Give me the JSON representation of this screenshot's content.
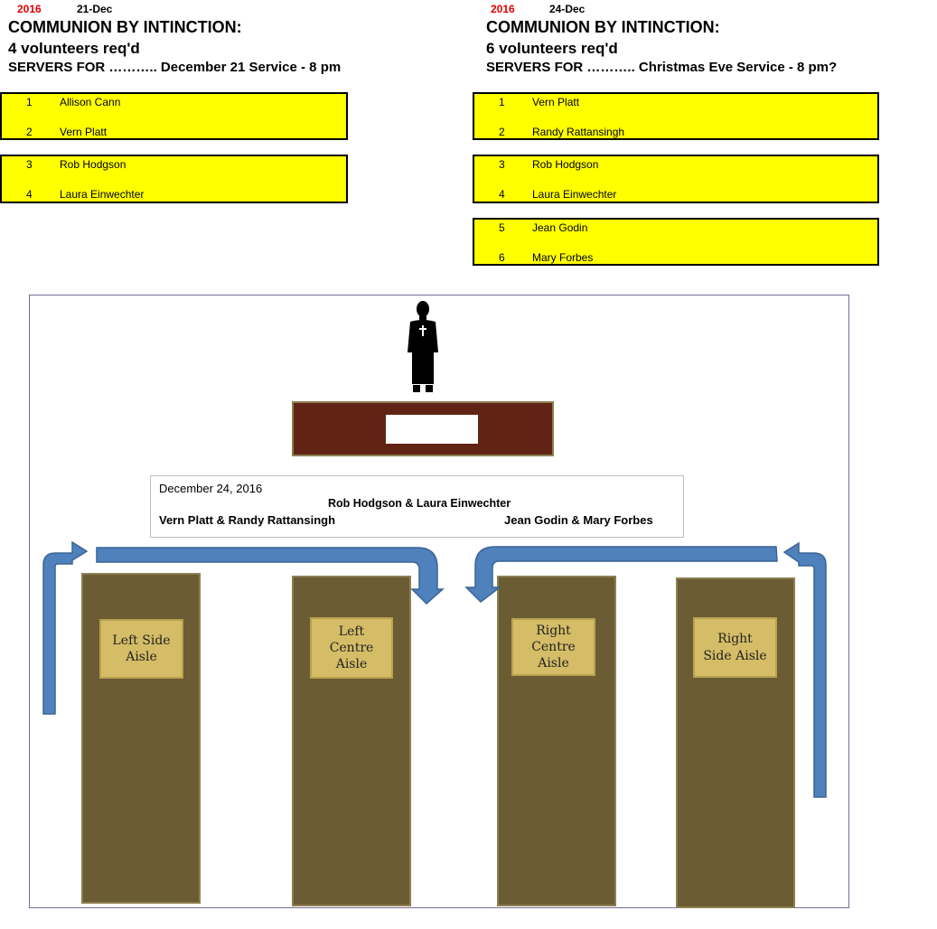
{
  "left_schedule": {
    "year": "2016",
    "date": "21-Dec",
    "title": "COMMUNION BY INTINCTION:",
    "volunteers": "4 volunteers req'd",
    "servers_for": "SERVERS FOR ………..  December 21 Service - 8 pm",
    "servers": [
      {
        "num": "1",
        "name": "Allison Cann"
      },
      {
        "num": "2",
        "name": "Vern Platt"
      },
      {
        "num": "3",
        "name": "Rob Hodgson"
      },
      {
        "num": "4",
        "name": "Laura Einwechter"
      }
    ]
  },
  "right_schedule": {
    "year": "2016",
    "date": "24-Dec",
    "title": "COMMUNION BY INTINCTION:",
    "volunteers": "6 volunteers req'd",
    "servers_for": "SERVERS FOR ………..  Christmas Eve Service - 8 pm?",
    "servers": [
      {
        "num": "1",
        "name": "Vern Platt"
      },
      {
        "num": "2",
        "name": "Randy Rattansingh"
      },
      {
        "num": "3",
        "name": "Rob Hodgson"
      },
      {
        "num": "4",
        "name": "Laura Einwechter"
      },
      {
        "num": "5",
        "name": "Jean Godin"
      },
      {
        "num": "6",
        "name": "Mary Forbes"
      }
    ]
  },
  "diagram": {
    "info_date": "December 24, 2016",
    "centre_pair": "Rob Hodgson & Laura Einwechter",
    "left_pair": "Vern Platt & Randy Rattansingh",
    "right_pair": "Jean Godin & Mary Forbes",
    "aisles": {
      "left_side": [
        "Left Side",
        "Aisle"
      ],
      "left_centre": [
        "Left",
        "Centre",
        "Aisle"
      ],
      "right_centre": [
        "Right",
        "Centre",
        "Aisle"
      ],
      "right_side": [
        "Right",
        "Side Aisle"
      ]
    },
    "icons": [
      "minister-figure-icon",
      "altar-table-icon",
      "arrow-icon"
    ],
    "colors": {
      "highlight": "#ffff00",
      "year": "#e00000",
      "pew": "#6b5c34",
      "plaque": "#d4bd66",
      "altar": "#612414",
      "arrow": "#4f81bd"
    }
  }
}
